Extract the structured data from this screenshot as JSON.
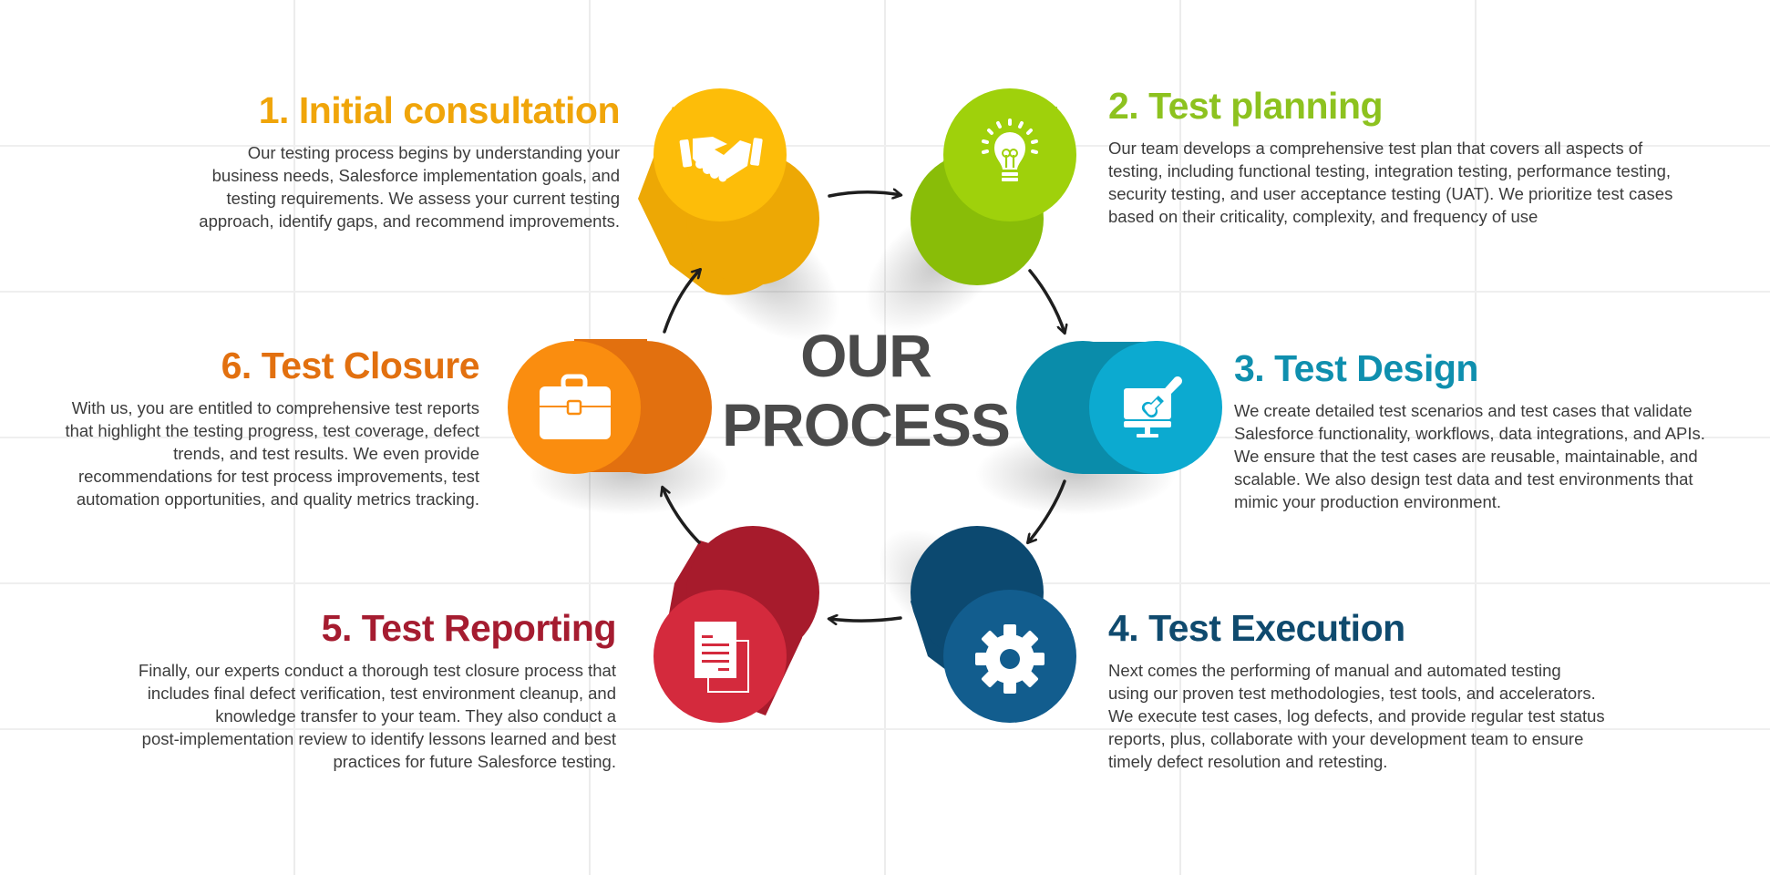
{
  "title": {
    "line1": "OUR",
    "line2": "PROCESS"
  },
  "colors": {
    "step1": "#f0a50a",
    "step2": "#8dc21f",
    "step3": "#0f8fae",
    "step4": "#0f4a6e",
    "step5": "#a51c30",
    "step6": "#e2700f",
    "title": "#4a4a4a",
    "body_text": "#3c3c3c"
  },
  "steps": [
    {
      "number": "1",
      "heading": "1. Initial consultation",
      "icon": "handshake-icon",
      "lines": [
        "Our testing process begins by understanding your",
        "business needs, Salesforce implementation goals, and",
        "testing requirements. We assess your current testing",
        "approach, identify gaps, and recommend improvements."
      ]
    },
    {
      "number": "2",
      "heading": "2. Test planning",
      "icon": "lightbulb-icon",
      "lines": [
        "Our team develops a comprehensive test plan that covers all aspects of",
        "testing, including functional testing, integration testing, performance testing,",
        "security testing, and user acceptance testing (UAT). We prioritize test cases",
        "based on their criticality, complexity, and frequency of use"
      ]
    },
    {
      "number": "3",
      "heading": "3. Test Design",
      "icon": "monitor-paintbrush-icon",
      "lines": [
        "We create detailed test scenarios and test cases that validate",
        "Salesforce functionality, workflows, data integrations, and APIs.",
        "We ensure that the test cases are reusable, maintainable, and",
        "scalable. We also design test data and test environments that",
        "mimic your production environment."
      ]
    },
    {
      "number": "4",
      "heading": "4. Test Execution",
      "icon": "gear-icon",
      "lines": [
        "Next comes the performing of manual and automated testing",
        "using our proven test methodologies, test tools, and accelerators.",
        "We execute test cases, log defects, and provide regular test status",
        "reports, plus, collaborate with your development team to ensure",
        "timely defect resolution and retesting."
      ]
    },
    {
      "number": "5",
      "heading": "5. Test Reporting",
      "icon": "documents-icon",
      "lines": [
        "Finally, our experts conduct a thorough test closure process that",
        "includes final defect verification, test environment cleanup, and",
        "knowledge transfer to your team. They also conduct a",
        "post-implementation review to identify lessons learned and best",
        "practices for future Salesforce testing."
      ]
    },
    {
      "number": "6",
      "heading": "6. Test Closure",
      "icon": "briefcase-icon",
      "lines": [
        "With us, you are entitled to comprehensive test reports",
        "that highlight the testing progress, test coverage, defect",
        "trends, and test results. We even provide",
        "recommendations for test process improvements, test",
        "automation opportunities, and quality metrics tracking."
      ]
    }
  ]
}
